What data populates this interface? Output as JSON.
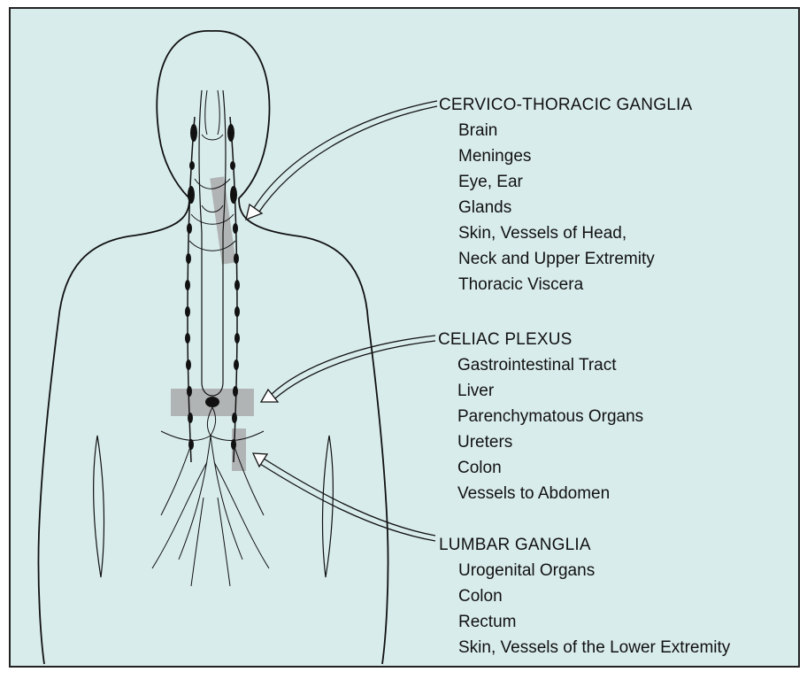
{
  "groups": [
    {
      "heading": "CERVICO-THORACIC GANGLIA",
      "items": [
        "Brain",
        "Meninges",
        "Eye, Ear",
        "Glands",
        "Skin, Vessels of Head,",
        "Neck and Upper Extremity",
        "Thoracic Viscera"
      ]
    },
    {
      "heading": "CELIAC PLEXUS",
      "items": [
        "Gastrointestinal Tract",
        "Liver",
        "Parenchymatous Organs",
        "Ureters",
        "Colon",
        "Vessels to Abdomen"
      ]
    },
    {
      "heading": "LUMBAR GANGLIA",
      "items": [
        "Urogenital Organs",
        "Colon",
        "Rectum",
        "Skin, Vessels of the Lower Extremity"
      ]
    }
  ],
  "colors": {
    "background": "#d9ecec",
    "outline": "#111111",
    "highlight": "#a6a6a6",
    "arrow_fill": "#ffffff"
  }
}
